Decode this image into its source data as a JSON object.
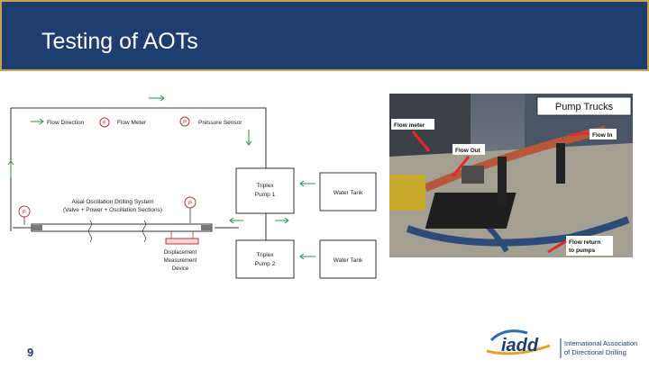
{
  "slide": {
    "title": "Testing of AOTs",
    "page_number": "9"
  },
  "diagram": {
    "legend": {
      "flow_direction": "Flow Direction",
      "flow_meter_symbol": "F",
      "flow_meter": "Flow Meter",
      "pressure_symbol": "P",
      "pressure_sensor": "Pressure Sensor"
    },
    "system_label_line1": "Axial Oscillation Drilling System",
    "system_label_line2": "(Valve + Power + Oscillation Sections)",
    "gauge_f": "F",
    "gauge_p": "P",
    "pump1_line1": "Triplex",
    "pump1_line2": "Pump 1",
    "pump2_line1": "Triplex",
    "pump2_line2": "Pump 2",
    "tank1": "Water Tank",
    "tank2": "Water Tank",
    "device_line1": "Displacement",
    "device_line2": "Measurement",
    "device_line3": "Device"
  },
  "photo": {
    "pump_trucks": "Pump Trucks",
    "flow_meter": "Flow meter",
    "flow_in": "Flow In",
    "flow_out": "Flow Out",
    "flow_return_line1": "Flow return",
    "flow_return_line2": "to pumps"
  },
  "logo": {
    "name": "iadd",
    "line1": "International Association",
    "line2": "of Directional Drilling"
  },
  "colors": {
    "title_bar": "#1f3d6e",
    "title_border": "#c9a44a",
    "arrow_green": "#2f8f4e",
    "sensor_red": "#b23a3a"
  }
}
